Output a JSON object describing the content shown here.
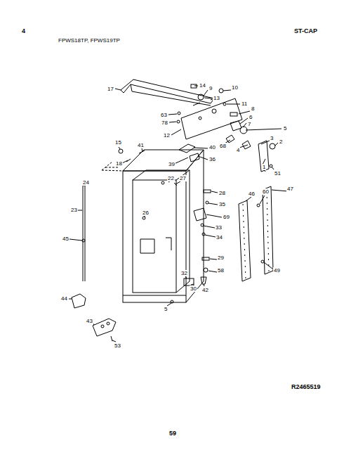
{
  "diagram": {
    "labels": [
      "4",
      "FPWS18TP, FPWS19TP",
      "ST-CAP",
      "17",
      "14",
      "9",
      "13",
      "10",
      "11",
      "63",
      "78",
      "12",
      "8",
      "6",
      "7",
      "5",
      "3",
      "2",
      "4",
      "1",
      "51",
      "68",
      "15",
      "18",
      "41",
      "40",
      "39",
      "36",
      "22",
      "27",
      "24",
      "23",
      "28",
      "35",
      "26",
      "69",
      "33",
      "34",
      "46",
      "60",
      "47",
      "45",
      "29",
      "58",
      "49",
      "32",
      "30",
      "42",
      "44",
      "5",
      "43",
      "53",
      "R2465519",
      "59"
    ]
  }
}
